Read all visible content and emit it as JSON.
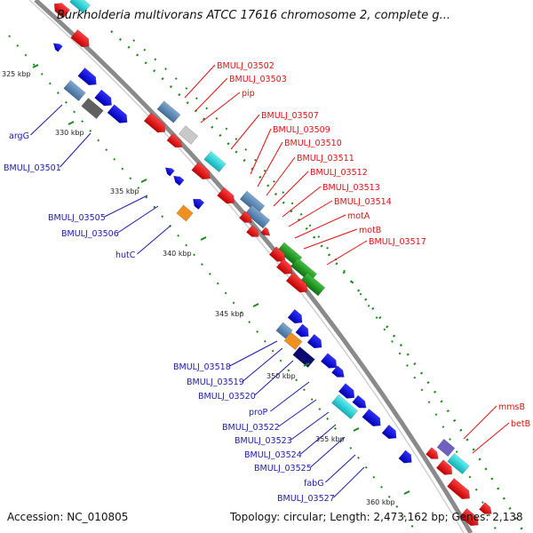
{
  "title": "Burkholderia multivorans ATCC 17616 chromosome 2, complete g...",
  "accession": "Accession: NC_010805",
  "topology": "Topology: circular; Length: 2,473,162 bp; Genes: 2,138",
  "ticks": [
    "325 kbp",
    "330 kbp",
    "335 kbp",
    "340 kbp",
    "345 kbp",
    "350 kbp",
    "355 kbp",
    "360 kbp"
  ],
  "right_labels": [
    "BMULJ_03502",
    "BMULJ_03503",
    "pip",
    "BMULJ_03507",
    "BMULJ_03509",
    "BMULJ_03510",
    "BMULJ_03511",
    "BMULJ_03512",
    "BMULJ_03513",
    "BMULJ_03514",
    "motA",
    "motB",
    "BMULJ_03517",
    "mmsB",
    "betB"
  ],
  "left_labels": [
    "argG",
    "BMULJ_03501",
    "BMULJ_03505",
    "BMULJ_03506",
    "hutC",
    "BMULJ_03518",
    "BMULJ_03519",
    "BMULJ_03520",
    "proP",
    "BMULJ_03522",
    "BMULJ_03523",
    "BMULJ_03524",
    "BMULJ_03525",
    "fabG",
    "BMULJ_03527"
  ],
  "colors": {
    "backbone": "#8a8a8a",
    "forward_gene": "#e01010",
    "reverse_gene": "#1010e0",
    "label_forward": "#d11111",
    "label_reverse": "#1a1aa8",
    "gc_track": "#1a8a1a"
  }
}
